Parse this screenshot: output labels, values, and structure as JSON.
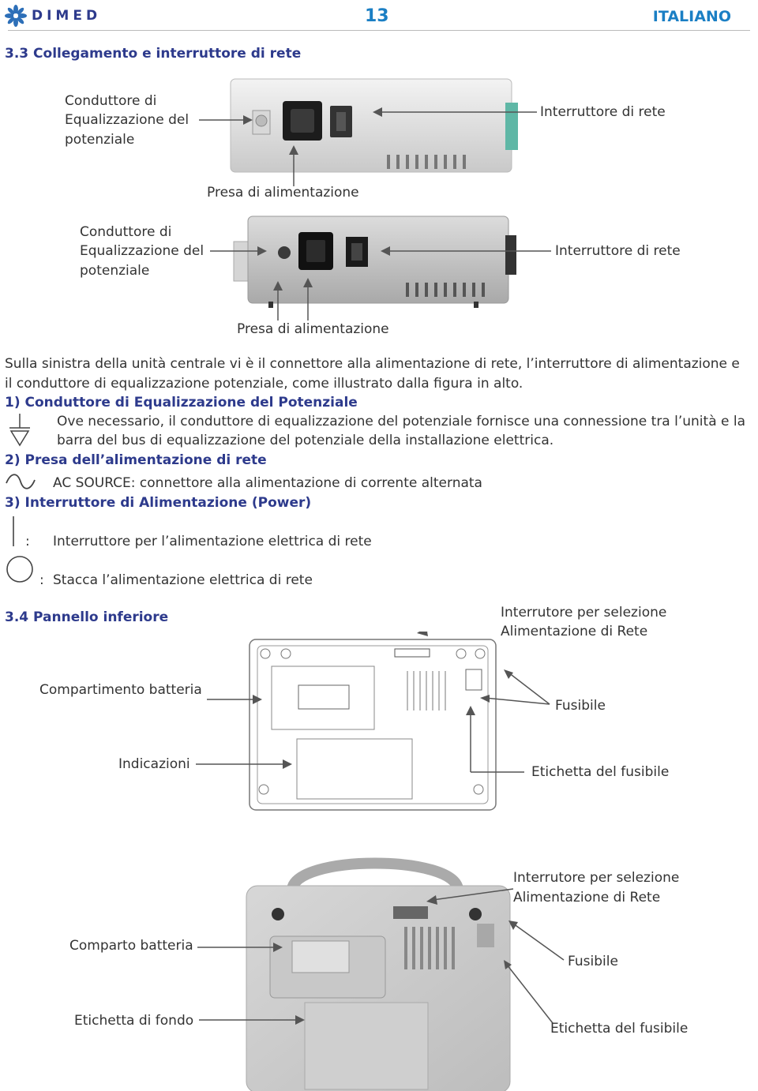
{
  "header": {
    "logo_text": "DIMED",
    "page_number": "13",
    "language": "ITALIANO"
  },
  "section_3_3": {
    "title": "3.3 Collegamento e interruttore di rete",
    "figure1": {
      "left_label": [
        "Conduttore di",
        "Equalizzazione del",
        "potenziale"
      ],
      "right_label": "Interruttore di rete",
      "bottom_label": "Presa di alimentazione"
    },
    "figure2": {
      "left_label": [
        "Conduttore di",
        "Equalizzazione del",
        "potenziale"
      ],
      "right_label": "Interruttore di rete",
      "bottom_label": "Presa di alimentazione"
    },
    "intro": [
      "Sulla sinistra della unità centrale vi è il connettore alla alimentazione di rete, l’interruttore di alimentazione e",
      "il conduttore di equalizzazione potenziale, come illustrato dalla figura in alto."
    ],
    "item1_title": "1) Conduttore di Equalizzazione del Potenziale",
    "item1_text": [
      "Ove necessario, il conduttore di equalizzazione del potenziale fornisce una connessione tra l’unità e la",
      "barra del bus di equalizzazione del potenziale della installazione elettrica."
    ],
    "item2_title": "2) Presa dell’alimentazione di rete",
    "item2_text": "AC SOURCE: connettore alla alimentazione di corrente alternata",
    "item3_title": "3) Interruttore di Alimentazione (Power)",
    "on_colon": ":",
    "on_text": "Interruttore per l’alimentazione elettrica di rete",
    "off_colon": ":",
    "off_text": "Stacca l’alimentazione elettrica di rete"
  },
  "section_3_4": {
    "title": "3.4 Pannello inferiore",
    "figure3": {
      "selector_label": [
        "Interrutore per selezione",
        "Alimentazione di Rete"
      ],
      "battery_label": "Compartimento batteria",
      "fuse_label": "Fusibile",
      "indications_label": "Indicazioni",
      "fuse_tag_label": "Etichetta del fusibile"
    },
    "figure4": {
      "selector_label": [
        "Interrutore per selezione",
        "Alimentazione di Rete"
      ],
      "battery_label": "Comparto batteria",
      "fuse_label": "Fusibile",
      "bottom_tag_label": "Etichetta di fondo",
      "fuse_tag_label": "Etichetta del fusibile"
    }
  },
  "icons": {
    "logo": "dimed-flower-icon",
    "equipotential": "equipotential-ground-icon",
    "ac": "ac-sine-icon",
    "on": "power-on-bar-icon",
    "off": "power-off-circle-icon"
  },
  "colors": {
    "brand_blue": "#1b7fc4",
    "heading_navy": "#2d3a8c"
  }
}
